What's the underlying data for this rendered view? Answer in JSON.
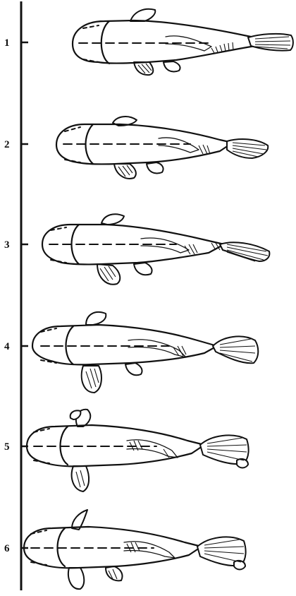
{
  "figure": {
    "frames": [
      {
        "label": "1"
      },
      {
        "label": "2"
      },
      {
        "label": "3"
      },
      {
        "label": "4"
      },
      {
        "label": "5"
      },
      {
        "label": "6"
      }
    ]
  }
}
